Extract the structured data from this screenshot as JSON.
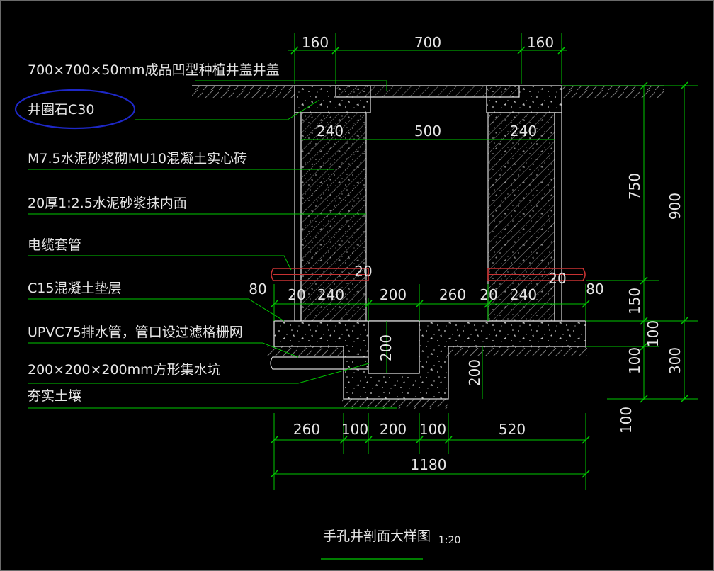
{
  "labels": {
    "cover": "700×700×50mm成品凹型种植井盖井盖",
    "ring": "井圈石C30",
    "masonry": "M7.5水泥砂浆砌MU10混凝土实心砖",
    "plaster": "20厚1:2.5水泥砂浆抹内面",
    "cable": "电缆套管",
    "cushion": "C15混凝土垫层",
    "drain": "UPVC75排水管，管口设过滤格栅网",
    "pit": "200×200×200mm方形集水坑",
    "soil": "夯实土壤"
  },
  "dims_top": {
    "a": "160",
    "b": "700",
    "c": "160"
  },
  "dims_upper": {
    "w_left": "240",
    "inner": "500",
    "w_right": "240"
  },
  "dims_pipe": {
    "left": "20",
    "right": "20"
  },
  "dims_mid": {
    "ov_left": "80",
    "p_left": "20",
    "w_left": "240",
    "s_left": "200",
    "s_right": "260",
    "p_right": "20",
    "w_right": "240",
    "ov_right": "80"
  },
  "dims_pit": {
    "inner": "200",
    "outer": "200"
  },
  "dims_right": {
    "d750": "750",
    "d150": "150",
    "d100a": "100",
    "d100b": "100",
    "d900": "900",
    "d300": "300",
    "d100c": "100"
  },
  "dims_bottom": {
    "a": "260",
    "b": "100",
    "c": "200",
    "d": "100",
    "e": "520",
    "total": "1180"
  },
  "title": {
    "main": "手孔井剖面大样图",
    "scale": "1:20"
  },
  "colors": {
    "background": "#000000",
    "dim_line": "#00c800",
    "outline": "#d8d8d8",
    "pipe": "#c83232",
    "highlight_ellipse": "#1e28c8"
  }
}
